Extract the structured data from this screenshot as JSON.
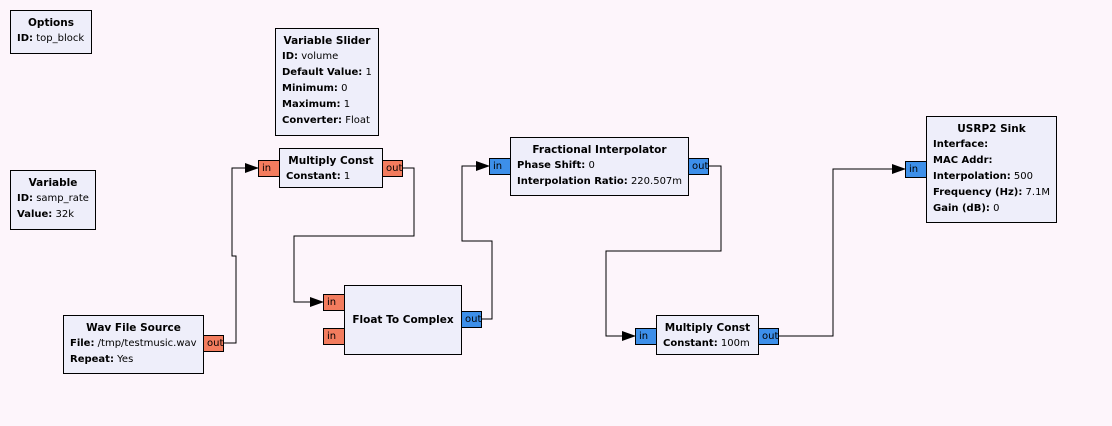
{
  "colors": {
    "background": "#fdf5fb",
    "block_fill": "#eeeefa",
    "float_port": "#f37c5e",
    "complex_port": "#3d8fe9",
    "wire": "#000000"
  },
  "blocks": {
    "options": {
      "title": "Options",
      "params": [
        {
          "label": "ID:",
          "value": "top_block"
        }
      ]
    },
    "variable_slider": {
      "title": "Variable Slider",
      "params": [
        {
          "label": "ID:",
          "value": "volume"
        },
        {
          "label": "Default Value:",
          "value": "1"
        },
        {
          "label": "Minimum:",
          "value": "0"
        },
        {
          "label": "Maximum:",
          "value": "1"
        },
        {
          "label": "Converter:",
          "value": "Float"
        }
      ]
    },
    "variable": {
      "title": "Variable",
      "params": [
        {
          "label": "ID:",
          "value": "samp_rate"
        },
        {
          "label": "Value:",
          "value": "32k"
        }
      ]
    },
    "multiply_const_1": {
      "title": "Multiply Const",
      "params": [
        {
          "label": "Constant:",
          "value": "1"
        }
      ],
      "in_ports": [
        "in"
      ],
      "out_ports": [
        "out"
      ]
    },
    "wav_file_source": {
      "title": "Wav File Source",
      "params": [
        {
          "label": "File:",
          "value": "/tmp/testmusic.wav"
        },
        {
          "label": "Repeat:",
          "value": "Yes"
        }
      ],
      "out_ports": [
        "out"
      ]
    },
    "float_to_complex": {
      "title": "Float To Complex",
      "params": [],
      "in_ports": [
        "in",
        "in"
      ],
      "out_ports": [
        "out"
      ]
    },
    "fractional_interpolator": {
      "title": "Fractional Interpolator",
      "params": [
        {
          "label": "Phase Shift:",
          "value": "0"
        },
        {
          "label": "Interpolation Ratio:",
          "value": "220.507m"
        }
      ],
      "in_ports": [
        "in"
      ],
      "out_ports": [
        "out"
      ]
    },
    "multiply_const_2": {
      "title": "Multiply Const",
      "params": [
        {
          "label": "Constant:",
          "value": "100m"
        }
      ],
      "in_ports": [
        "in"
      ],
      "out_ports": [
        "out"
      ]
    },
    "usrp2_sink": {
      "title": "USRP2 Sink",
      "params": [
        {
          "label": "Interface:",
          "value": ""
        },
        {
          "label": "MAC Addr:",
          "value": ""
        },
        {
          "label": "Interpolation:",
          "value": "500"
        },
        {
          "label": "Frequency (Hz):",
          "value": "7.1M"
        },
        {
          "label": "Gain (dB):",
          "value": "0"
        }
      ],
      "in_ports": [
        "in"
      ]
    }
  }
}
